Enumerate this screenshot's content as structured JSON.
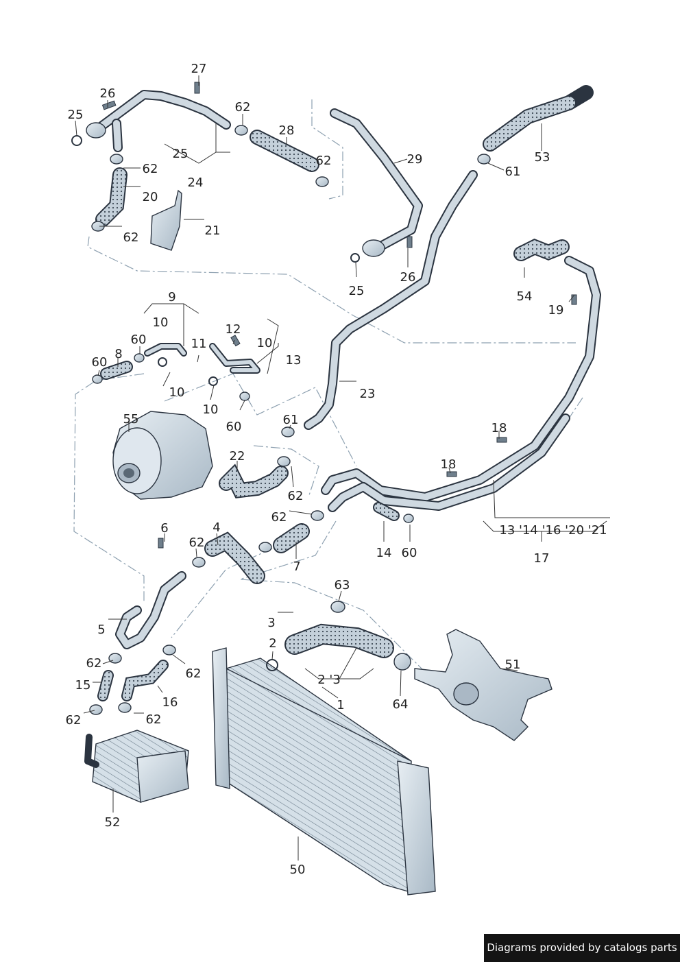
{
  "credit": "Diagrams provided by catalogs parts",
  "callouts": [
    "27",
    "26",
    "25",
    "62",
    "28",
    "62",
    "29",
    "53",
    "61",
    "25",
    "24",
    "62",
    "20",
    "21",
    "62",
    "25",
    "26",
    "54",
    "19",
    "9",
    "10",
    "12",
    "10",
    "13",
    "60",
    "11",
    "60",
    "8",
    "10",
    "10",
    "23",
    "60",
    "55",
    "61",
    "18",
    "18",
    "22",
    "62",
    "62",
    "13 '14 '16 '20 '21",
    "17",
    "6",
    "62",
    "4",
    "14",
    "60",
    "7",
    "63",
    "3",
    "5",
    "2",
    "51",
    "62",
    "15",
    "62",
    "2 '3",
    "1",
    "64",
    "16",
    "62",
    "62",
    "52",
    "50"
  ],
  "colors": {
    "stroke": "#2b3440",
    "pipe": "#cfd9e1",
    "hose": "#c4d0da",
    "dash": "#8da0b0",
    "credit_bg": "#141414"
  }
}
